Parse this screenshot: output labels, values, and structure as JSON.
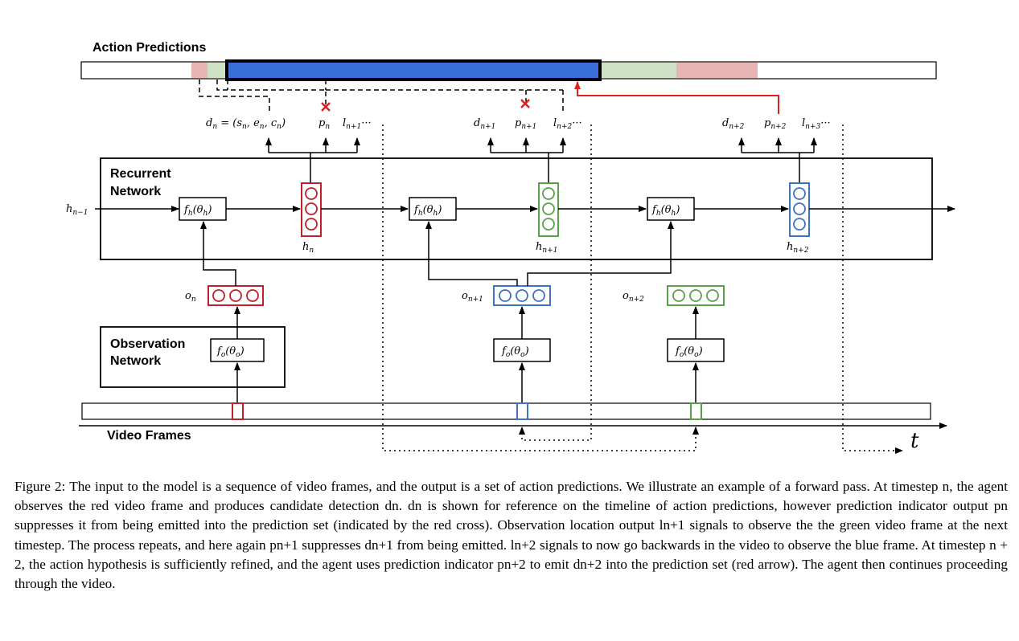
{
  "labels": {
    "action_predictions": "Action Predictions",
    "recurrent_line1": "Recurrent",
    "recurrent_line2": "Network",
    "observation_line1": "Observation",
    "observation_line2": "Network",
    "video_frames": "Video Frames",
    "time_axis": "t"
  },
  "math": {
    "h_prev": "h",
    "h_prev_sub": "n−1",
    "dn_full": "d",
    "dn_full_sub": "n",
    "dn_full_tail": " = (s",
    "dn_s_sub": "n",
    "dn_e": ", e",
    "dn_e_sub": "n",
    "dn_c": ", c",
    "dn_c_sub": "n",
    "dn_close": ")",
    "p": "p",
    "l": "l",
    "d": "d",
    "h": "h",
    "o": "o",
    "fh": "f",
    "fh_sub": "h",
    "fh_arg": "(θ",
    "fh_arg_sub": "h",
    "fo": "f",
    "fo_sub": "o",
    "fo_arg": "(θ",
    "fo_arg_sub": "o",
    "close": ")",
    "ellipsis": "···",
    "sub_n": "n",
    "sub_n1": "n+1",
    "sub_n2": "n+2",
    "sub_n3": "n+3"
  },
  "colors": {
    "red": "#c0202a",
    "blue": "#3d72c9",
    "green": "#5aa04a",
    "bar_blue": "#3b6fd8",
    "bar_green": "#cfe2c6",
    "bar_pink": "#e8b4b4",
    "arrow_red": "#e02020"
  },
  "caption": "Figure 2: The input to the model is a sequence of video frames, and the output is a set of action predictions. We illustrate an example of a forward pass. At timestep n, the agent observes the red video frame and produces candidate detection dn. dn is shown for reference on the timeline of action predictions, however prediction indicator output pn suppresses it from being emitted into the prediction set (indicated by the red cross). Observation location output ln+1 signals to observe the the green video frame at the next timestep. The process repeats, and here again pn+1 suppresses dn+1 from being emitted. ln+2 signals to now go backwards in the video to observe the blue frame. At timestep n + 2, the action hypothesis is sufficiently refined, and the agent uses prediction indicator pn+2 to emit dn+2 into the prediction set (red arrow). The agent then continues proceeding through the video."
}
